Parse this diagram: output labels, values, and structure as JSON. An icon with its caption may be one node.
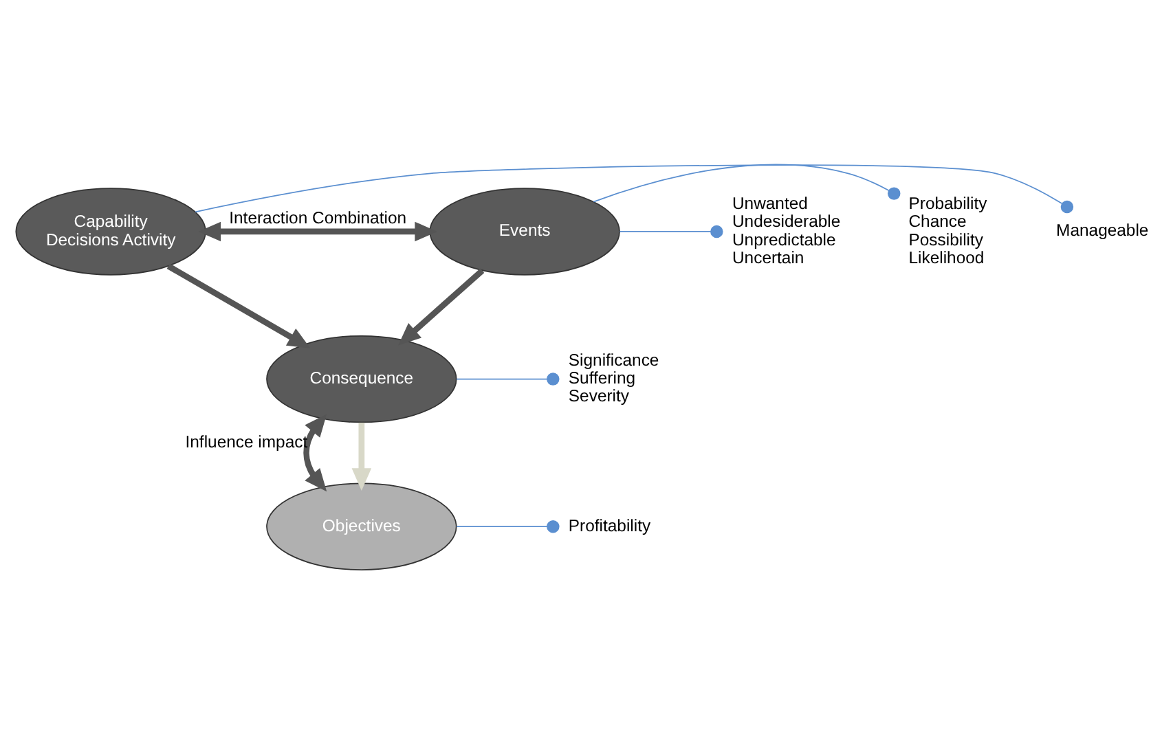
{
  "diagram": {
    "nodes": [
      {
        "text": [
          "Capability",
          "Decisions Activity"
        ]
      },
      {
        "text": [
          "Events"
        ]
      },
      {
        "text": [
          "Consequence"
        ]
      },
      {
        "text": [
          "Objectives"
        ]
      },
      {
        "text": [
          "Manageable"
        ]
      },
      {
        "text": [
          "Unwanted Undesiderable Unpredictable Uncertain"
        ]
      },
      {
        "text": [
          "Probability Chance Possibility Likelihood"
        ]
      },
      {
        "text": [
          "Significance Suffering Severity"
        ]
      },
      {
        "text": [
          "Profitability"
        ]
      }
    ],
    "edges": [
      {
        "from": 0,
        "to": 1,
        "arrow": "both",
        "label": "Interaction Combination",
        "style": "thick",
        "color": "#555555"
      },
      {
        "from": 0,
        "to": 2,
        "arrow": "to",
        "style": "thick",
        "color": "#555555"
      },
      {
        "from": 1,
        "to": 2,
        "arrow": "to",
        "style": "thick",
        "color": "#555555"
      },
      {
        "from": 2,
        "to": 3,
        "arrow": "to",
        "style": "thick",
        "color": "#d8d8c8"
      },
      {
        "from": 2,
        "to": 3,
        "arrow": "both",
        "label": "Influence impact",
        "style": "thick",
        "color": "#555555"
      },
      {
        "from": 4,
        "to": 0,
        "arrow": "other"
      },
      {
        "from": 5,
        "to": 1,
        "arrow": "other"
      },
      {
        "from": 6,
        "to": 1,
        "arrow": "other"
      },
      {
        "from": 7,
        "to": 2,
        "arrow": "other"
      },
      {
        "from": 8,
        "to": 3,
        "arrow": "other"
      }
    ]
  }
}
